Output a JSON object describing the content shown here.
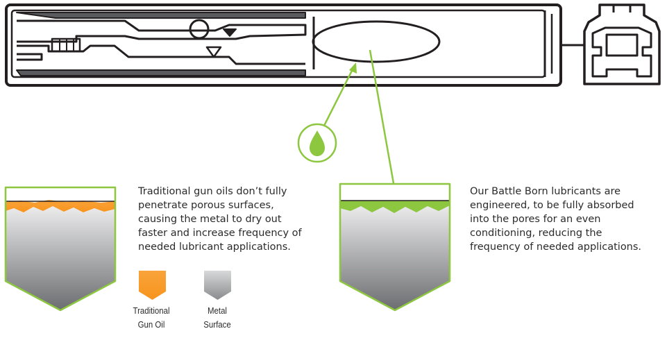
{
  "left_panel": {
    "lines": [
      "Traditional gun oils don’t fully",
      "penetrate porous surfaces,",
      "causing the metal to dry out",
      "faster and increase frequency of",
      "needed lubricant applications."
    ]
  },
  "right_panel": {
    "lines": [
      "Our Battle Born lubricants are",
      "engineered, to be fully absorbed",
      "into the pores for an even",
      "conditioning, reducing the",
      "frequency of  needed applications."
    ]
  },
  "legend": [
    {
      "lines": [
        "Traditional",
        "Gun Oil"
      ],
      "color": "#f7941d"
    },
    {
      "lines": [
        "Metal",
        "Surface"
      ],
      "color": "#a7a9ac"
    }
  ],
  "colors": {
    "green_accent": "#8dc63f",
    "outline": "#231f20",
    "metal_light": "#e6e7e8",
    "metal_dark": "#6d6e71",
    "oil": "#f7941d"
  },
  "icons": [
    "oil-drop-icon"
  ]
}
